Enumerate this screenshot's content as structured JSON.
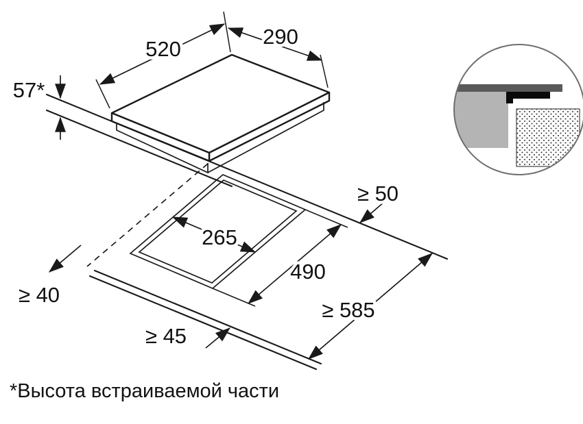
{
  "diagram": {
    "labels": {
      "dim_520": "520",
      "dim_290": "290",
      "dim_57": "57*",
      "dim_min50": "≥ 50",
      "dim_265": "265",
      "dim_490": "490",
      "dim_min40": "≥ 40",
      "dim_min45": "≥ 45",
      "dim_min585": "≥ 585"
    },
    "footnote": "*Высота встраиваемой части"
  },
  "colors": {
    "line": "#1a1a1a",
    "worktop_gray": "#b4b4b4",
    "surface_dark": "#5a5a5a",
    "seal_black": "#0a0a0a"
  }
}
